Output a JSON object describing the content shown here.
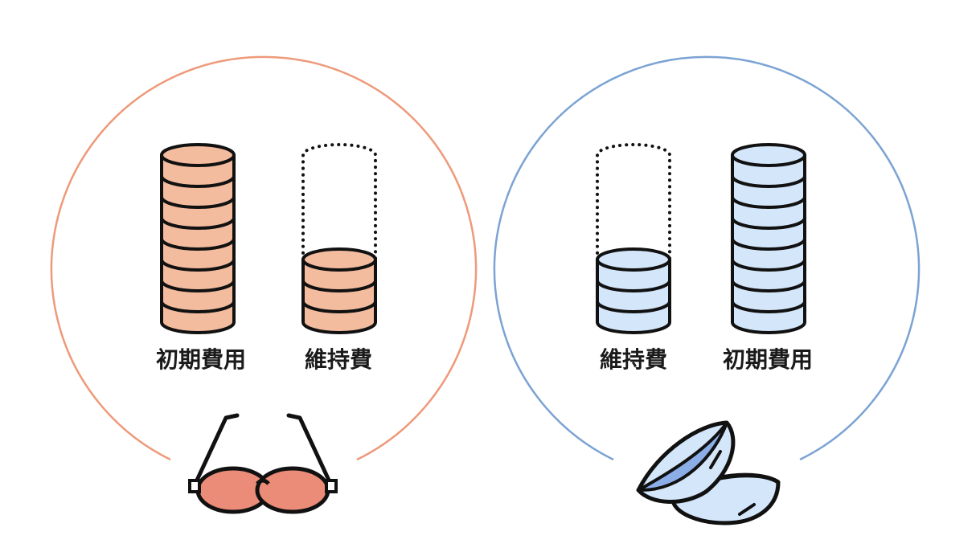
{
  "colors": {
    "glasses_accent": "#EE9A7A",
    "contacts_accent": "#7BA3D3",
    "glasses_coin": "#F4BC9E",
    "contacts_coin": "#D4E6FA",
    "lens_tint": "#EA8C77",
    "contact_lens_inner": "#8CAEE8",
    "outline": "#111111"
  },
  "glasses_panel": {
    "initial_cost_label": "初期費用",
    "maintenance_label": "維持費",
    "initial_cost_level": 8,
    "maintenance_level": 3,
    "maintenance_dotted_capacity": 8,
    "icon": "glasses-icon"
  },
  "contacts_panel": {
    "maintenance_label": "維持費",
    "initial_cost_label": "初期費用",
    "maintenance_level": 3,
    "initial_cost_level": 8,
    "maintenance_dotted_capacity": 8,
    "icon": "contact-lens-icon"
  }
}
